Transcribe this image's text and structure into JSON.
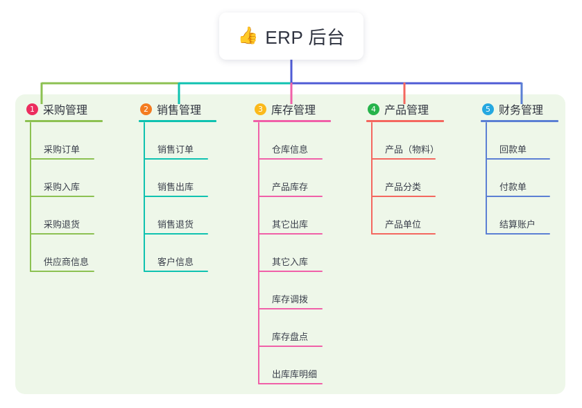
{
  "root": {
    "icon": "thumbs-up-icon",
    "icon_glyph": "👍",
    "title": "ERP 后台"
  },
  "panel": {
    "background_color": "#eef7e9"
  },
  "connector_colors": {
    "trunk_vertical": "#4f5bd5",
    "segment_1": "#8cc152",
    "segment_2": "#0fc2b0",
    "segment_3": "#4f5bd5"
  },
  "columns": [
    {
      "number": "1",
      "title": "采购管理",
      "badge_color": "#ec2d5f",
      "line_color": "#8cc152",
      "items": [
        {
          "label": "采购订单"
        },
        {
          "label": "采购入库"
        },
        {
          "label": "采购退货"
        },
        {
          "label": "供应商信息"
        }
      ]
    },
    {
      "number": "2",
      "title": "销售管理",
      "badge_color": "#f47b20",
      "line_color": "#0fc2b0",
      "items": [
        {
          "label": "销售订单"
        },
        {
          "label": "销售出库"
        },
        {
          "label": "销售退货"
        },
        {
          "label": "客户信息"
        }
      ]
    },
    {
      "number": "3",
      "title": "库存管理",
      "badge_color": "#fbb91b",
      "line_color": "#f060a8",
      "items": [
        {
          "label": "仓库信息"
        },
        {
          "label": "产品库存"
        },
        {
          "label": "其它出库"
        },
        {
          "label": "其它入库"
        },
        {
          "label": "库存调拨"
        },
        {
          "label": "库存盘点"
        },
        {
          "label": "出库库明细"
        }
      ]
    },
    {
      "number": "4",
      "title": "产品管理",
      "badge_color": "#26b34b",
      "line_color": "#f4675f",
      "items": [
        {
          "label": "产品（物料）"
        },
        {
          "label": "产品分类"
        },
        {
          "label": "产品单位"
        }
      ]
    },
    {
      "number": "5",
      "title": "财务管理",
      "badge_color": "#25a8e0",
      "line_color": "#5b7fd4",
      "items": [
        {
          "label": "回款单"
        },
        {
          "label": "付款单"
        },
        {
          "label": "结算账户"
        }
      ]
    }
  ]
}
